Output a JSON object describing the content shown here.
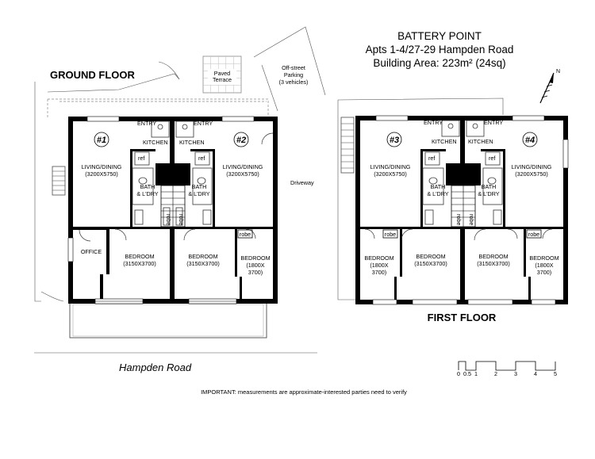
{
  "header": {
    "line1": "BATTERY POINT",
    "line2": "Apts 1-4/27-29 Hampden Road",
    "line3": "Building Area: 223m² (24sq)"
  },
  "labels": {
    "ground_floor": "GROUND FLOOR",
    "first_floor": "FIRST FLOOR",
    "paved_terrace_1": "Paved",
    "paved_terrace_2": "Terrace",
    "parking_1": "Off-street",
    "parking_2": "Parking",
    "parking_3": "(3 vehicles)",
    "driveway": "Driveway",
    "road": "Hampden Road",
    "office": "OFFICE",
    "north": "N",
    "important": "IMPORTANT: measurements are approximate-interested parties need to verify"
  },
  "apartments": [
    {
      "num": "#1",
      "living": "LIVING/DINING",
      "living_dim": "(3200X5750)",
      "entry": "ENTRY",
      "kitchen": "KITCHEN",
      "ref": "ref",
      "bath1": "BATH",
      "bath2": "& L'DRY",
      "robe": "robe",
      "bedroom": "BEDROOM",
      "bedroom_dim": "(3150X3700)"
    },
    {
      "num": "#2",
      "living": "LIVING/DINING",
      "living_dim": "(3200X5750)",
      "entry": "ENTRY",
      "kitchen": "KITCHEN",
      "ref": "ref",
      "bath1": "BATH",
      "bath2": "& L'DRY",
      "robe": "robe",
      "bedroom": "BEDROOM",
      "bedroom_dim": "(3150X3700)",
      "bedroom2": "BEDROOM",
      "bedroom2_dim1": "(1800X",
      "bedroom2_dim2": "3700)",
      "robe2": "robe"
    },
    {
      "num": "#3",
      "living": "LIVING/DINING",
      "living_dim": "(3200X5750)",
      "entry": "ENTRY",
      "kitchen": "KITCHEN",
      "ref": "ref",
      "bath1": "BATH",
      "bath2": "& L'DRY",
      "robe": "robe",
      "bedroom": "BEDROOM",
      "bedroom_dim": "(3150X3700)",
      "bedroom2": "BEDROOM",
      "bedroom2_dim1": "(1800X",
      "bedroom2_dim2": "3700)",
      "robe2": "robe"
    },
    {
      "num": "#4",
      "living": "LIVING/DINING",
      "living_dim": "(3200X5750)",
      "entry": "ENTRY",
      "kitchen": "KITCHEN",
      "ref": "ref",
      "bath1": "BATH",
      "bath2": "& L'DRY",
      "robe": "robe",
      "bedroom": "BEDROOM",
      "bedroom_dim": "(3150X3700)",
      "bedroom2": "BEDROOM",
      "bedroom2_dim1": "(1800X",
      "bedroom2_dim2": "3700)",
      "robe2": "robe"
    }
  ],
  "scale": {
    "ticks": [
      "0",
      "0.5",
      "1",
      "2",
      "3",
      "4",
      "5"
    ]
  }
}
